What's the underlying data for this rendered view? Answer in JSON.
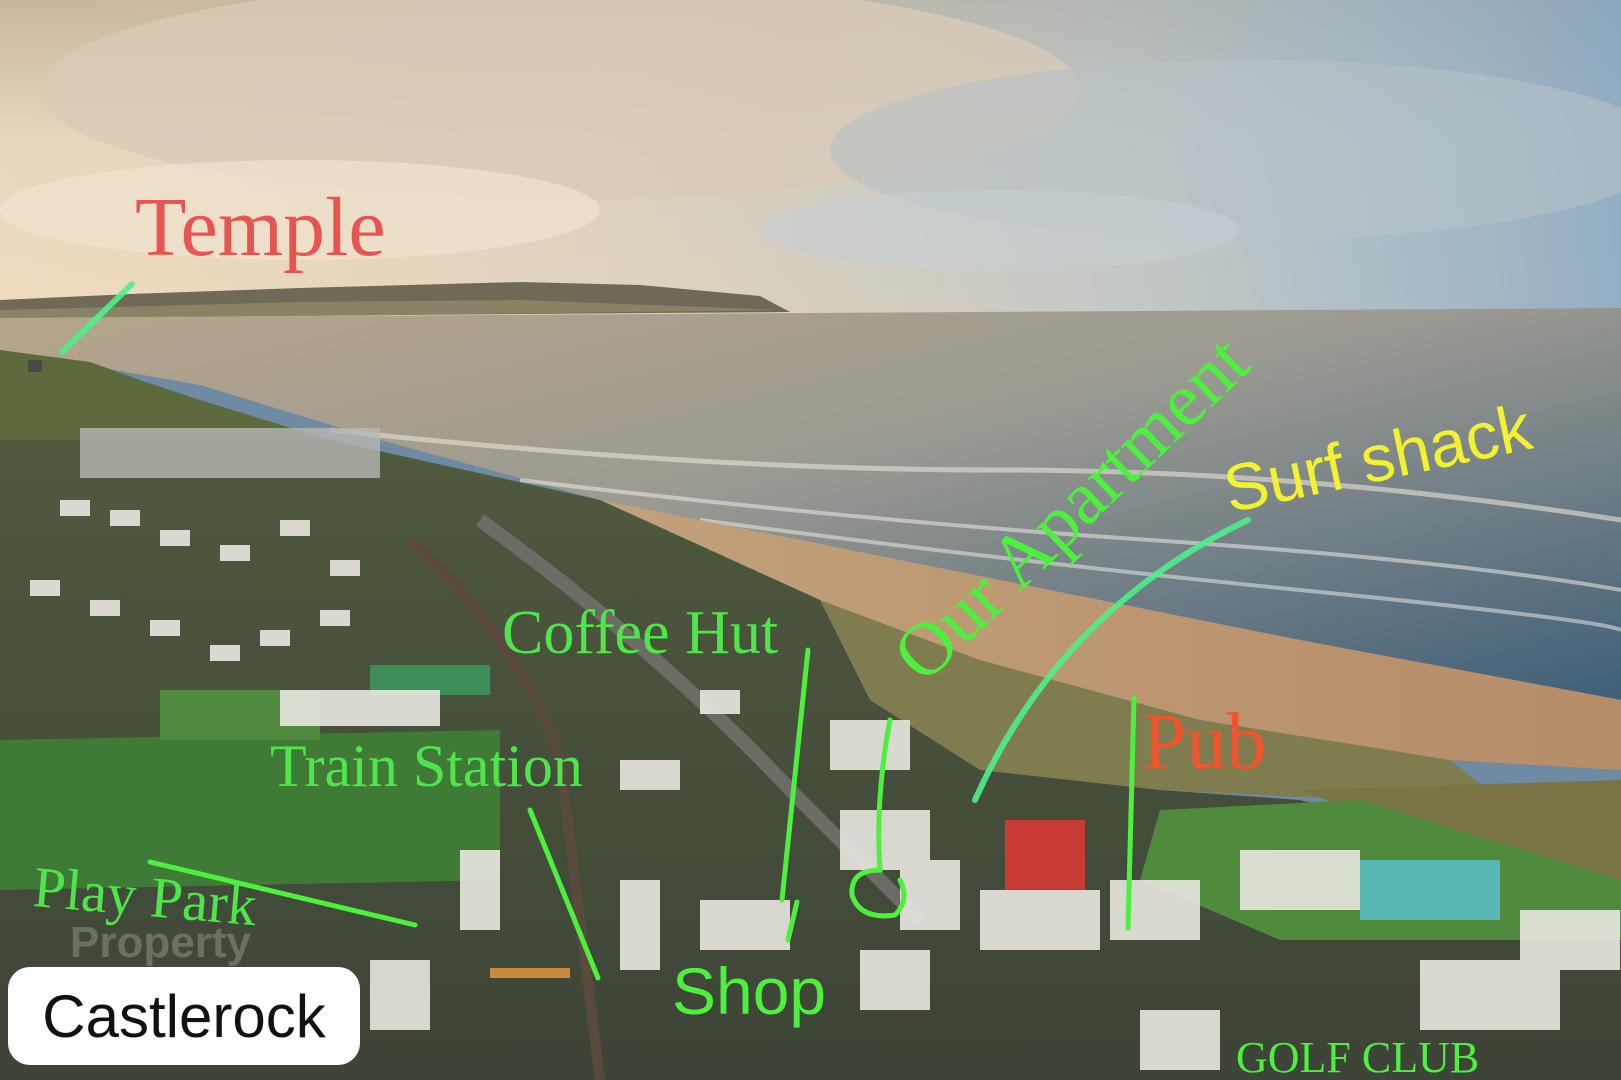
{
  "place": "Castlerock",
  "labels": {
    "temple": "Temple",
    "our_apartment": "Our Apartment",
    "surf_shack": "Surf shack",
    "coffee_hut": "Coffee Hut",
    "pub": "Pub",
    "train_station": "Train Station",
    "play_park": "Play Park",
    "shop": "Shop",
    "golf_club": "GOLF CLUB"
  },
  "watermark": "Property",
  "colors": {
    "green_annotation": "#4cf03d",
    "red_annotation": "#e85450",
    "orange_annotation": "#f0542c",
    "yellow_annotation": "#f3f230",
    "label_box": "#ffffff"
  }
}
